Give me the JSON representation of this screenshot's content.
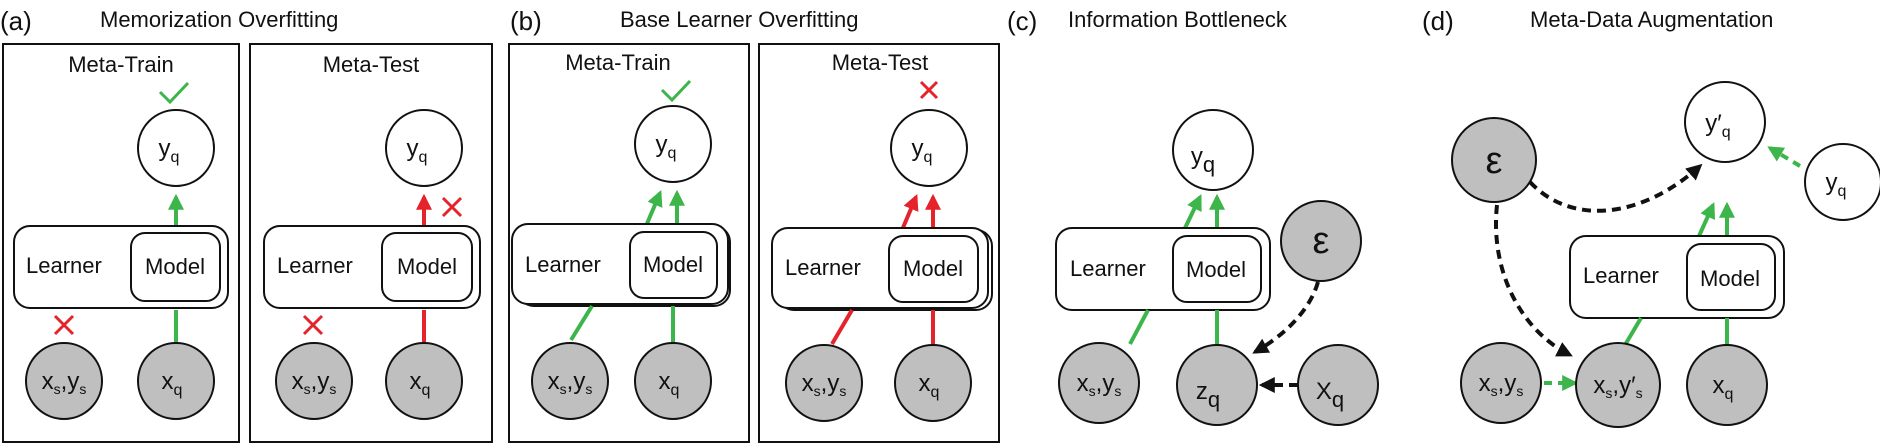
{
  "panels": {
    "a": {
      "label": "(a)",
      "title": "Memorization Overfitting",
      "train_title": "Meta-Train",
      "test_title": "Meta-Test"
    },
    "b": {
      "label": "(b)",
      "title": "Base Learner Overfitting",
      "train_title": "Meta-Train",
      "test_title": "Meta-Test"
    },
    "c": {
      "label": "(c)",
      "title": "Information Bottleneck"
    },
    "d": {
      "label": "(d)",
      "title": "Meta-Data Augmentation"
    }
  },
  "labels": {
    "learner": "Learner",
    "model": "Model",
    "yq_main": "y",
    "q_sub": "q",
    "s_sub": "s",
    "xs_main": "x",
    "ys_main": "y",
    "comma": ",",
    "xq_main": "x",
    "zq_main": "z",
    "Xq_main": "X",
    "epsilon": "ε",
    "yprime_main": "y′",
    "yprime_s_main": "y′"
  },
  "colors": {
    "green": "#3cb54a",
    "red": "#e5232b",
    "black": "#111111",
    "node_gray": "#bfbfbf"
  },
  "marks": {
    "check": "check-mark-icon",
    "cross": "cross-mark-icon"
  }
}
